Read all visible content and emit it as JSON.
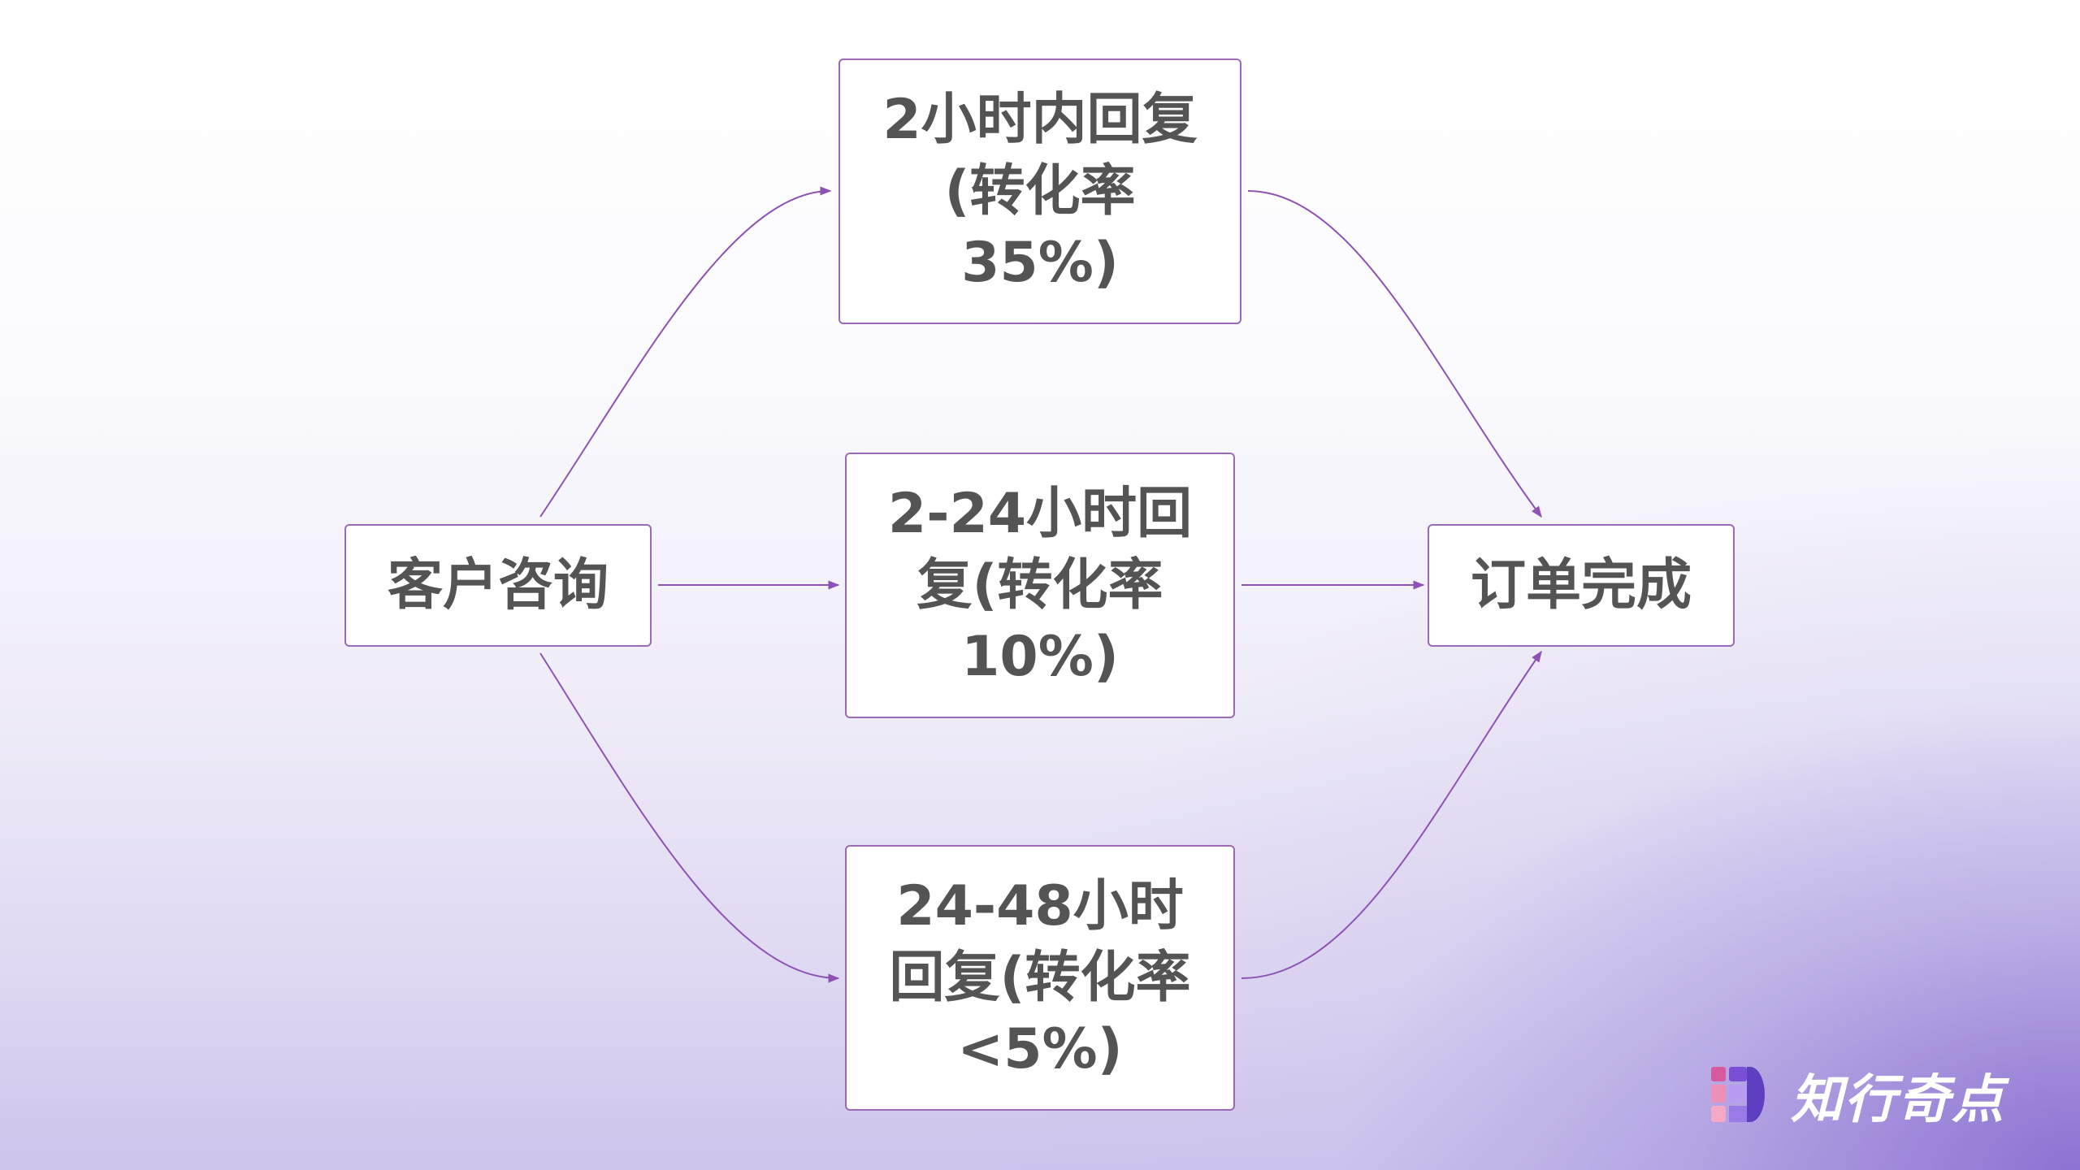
{
  "diagram": {
    "nodes": {
      "start": {
        "label": "客户咨询"
      },
      "a": {
        "label": "2小时内回复(转化率35%)"
      },
      "b": {
        "label": "2-24小时回复(转化率10%)"
      },
      "c": {
        "label": "24-48小时回复(转化率<5%)"
      },
      "end": {
        "label": "订单完成"
      }
    },
    "edges": [
      {
        "from": "start",
        "to": "a"
      },
      {
        "from": "start",
        "to": "b"
      },
      {
        "from": "start",
        "to": "c"
      },
      {
        "from": "a",
        "to": "end"
      },
      {
        "from": "b",
        "to": "end"
      },
      {
        "from": "c",
        "to": "end"
      }
    ],
    "colors": {
      "edge": "#8e52b4",
      "node_border": "#9a6ab8",
      "text": "#545454"
    }
  },
  "brand": {
    "name": "知行奇点",
    "icon": "brand-logo-icon"
  }
}
